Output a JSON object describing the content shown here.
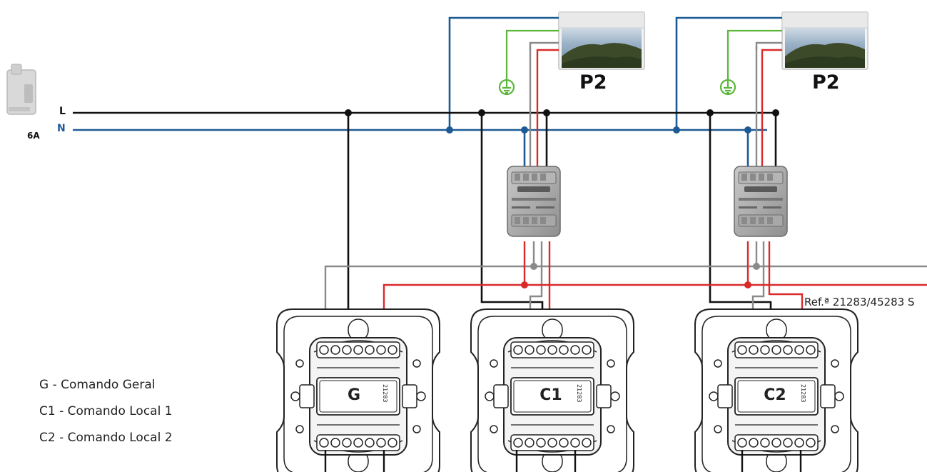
{
  "labels": {
    "line": "L",
    "neutral": "N",
    "breaker_rating": "6A",
    "lamp1": "P2",
    "lamp2": "P2",
    "reference": "Ref.ª 21283/45283 S"
  },
  "switches": {
    "general": "G",
    "local1": "C1",
    "local2": "C2",
    "model_number": "21283"
  },
  "legend": [
    "G - Comando Geral",
    "C1 - Comando Local 1",
    "C2 - Comando Local 2"
  ],
  "colors": {
    "live": "#111111",
    "neutral": "#1d5a93",
    "earth": "#5bb53a",
    "control_red": "#d92a2a",
    "control_grey": "#8a8a8a"
  }
}
